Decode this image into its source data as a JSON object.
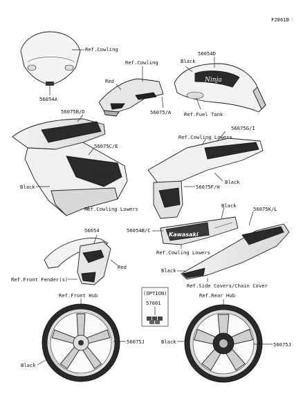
{
  "figure_code": "F2861B",
  "labels": {
    "ref_cowling_1": "Ref.Cowling",
    "p56054A": "56054A",
    "ref_cowling_2": "Ref.Cowling",
    "red_1": "Red",
    "p56075A": "56075/A",
    "black_tank": "Black",
    "p56054D": "56054D",
    "ref_fuel_tank": "Ref.Fuel Tank",
    "p56075BD": "56075B/D",
    "p56075CE": "56075C/E",
    "black_left": "Black",
    "ref_cowling_lowers_1": "Ref.Cowling Lowers",
    "p56075GI": "56075G/I",
    "ref_cowling_lowers_2": "Ref.Cowling Lowers",
    "p56075FH": "56075F/H",
    "black_right": "Black",
    "black_right2": "Black",
    "p56075KL": "56075K/L",
    "p56054": "56054",
    "p56054BC": "56054B/C",
    "ref_cowling_lowers_3": "Ref.Cowling Lowers",
    "red_2": "Red",
    "ref_front_fender": "Ref.Front Fender(s)",
    "black_side": "Black",
    "ref_side_covers": "Ref.Side Covers/Chain Cover",
    "ref_front_hub": "Ref.Front Hub",
    "ref_rear_hub": "Ref.Rear Hub",
    "option": "(OPTION)",
    "p57001": "57001",
    "p56075J_front": "56075J",
    "black_front_wheel": "Black",
    "black_rear_wheel": "Black",
    "p56075J_rear": "56075J"
  },
  "decal_text": {
    "tank_logo": "Ninja",
    "lower_logo": "Kawasaki"
  }
}
